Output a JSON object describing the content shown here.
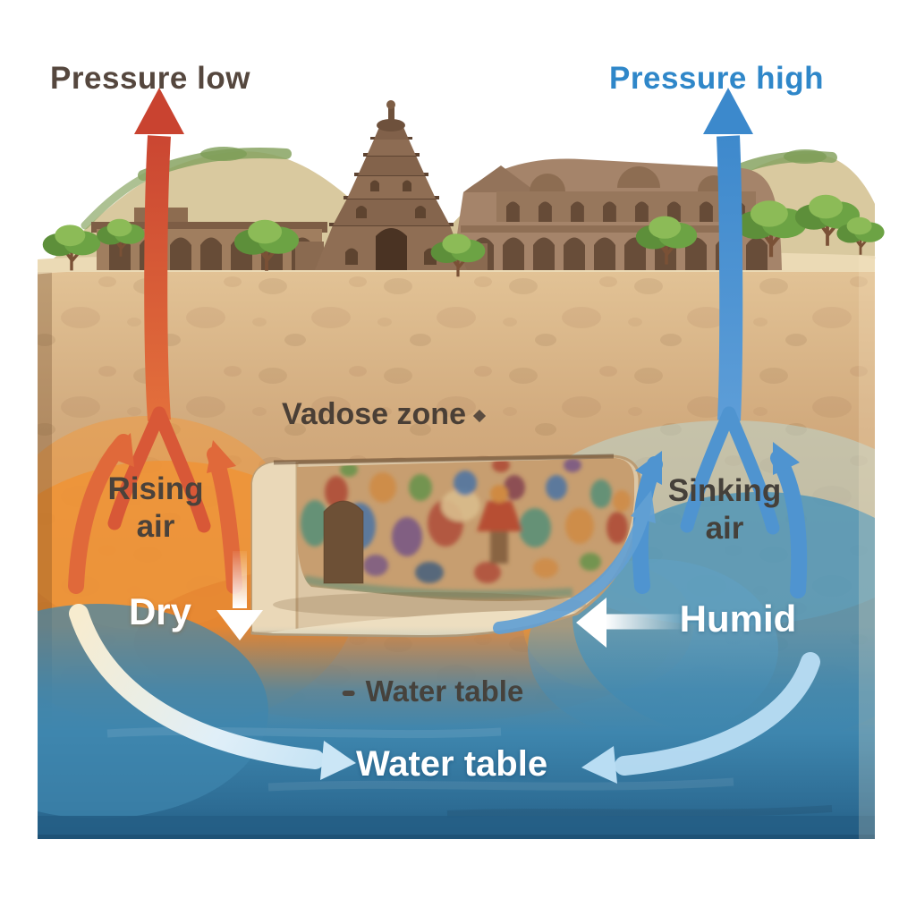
{
  "scene": {
    "type": "illustrated-cross-section-diagram",
    "surface_features": [
      "hills",
      "rock-cut temple tower",
      "cave temple facades",
      "trees",
      "sand"
    ],
    "underground_features": [
      "vadose zone soil",
      "painted cave chamber",
      "water table"
    ]
  },
  "labels": {
    "pressure_low": "Pressure low",
    "pressure_high": "Pressure high",
    "vadose_zone": "Vadose zone",
    "rising_air": {
      "line1": "Rising",
      "line2": "air"
    },
    "sinking_air": {
      "line1": "Sinking",
      "line2": "air"
    },
    "dry": "Dry",
    "humid": "Humid",
    "water_table_upper": "Water table",
    "water_table_lower": "Water table"
  },
  "colors": {
    "pressure_low_text": "#55473e",
    "pressure_high_text": "#2f87c9",
    "underground_label_text": "#4a423b",
    "white_label_text": "#ffffff",
    "hot_arrow_red": "#cc4431",
    "hot_arrow_orange": "#e0693a",
    "cold_arrow_blue": "#4a90d2",
    "water_arrow_light": "#cde7f5",
    "soil_tan": "#d0a97e",
    "warm_zone_orange": "#ee8a2c",
    "water_blue": "#3e86ae"
  },
  "arrows": [
    {
      "name": "pressure-low-arrow",
      "direction": "up",
      "color": "#cc4431"
    },
    {
      "name": "rising-air-arrow-left",
      "direction": "up",
      "color": "#e0693a"
    },
    {
      "name": "rising-air-arrow-right",
      "direction": "up",
      "color": "#e0693a"
    },
    {
      "name": "pressure-high-arrow",
      "direction": "up",
      "color": "#4a90d2"
    },
    {
      "name": "sinking-air-arrow-left",
      "direction": "up",
      "color": "#4a90d2"
    },
    {
      "name": "sinking-air-arrow-right",
      "direction": "up",
      "color": "#4a90d2"
    },
    {
      "name": "cave-circulation-arrow",
      "direction": "up-right",
      "color": "#5b9bd0"
    },
    {
      "name": "dry-arrow",
      "direction": "down",
      "color": "#ffffff"
    },
    {
      "name": "humid-arrow",
      "direction": "left",
      "color": "#ffffff"
    },
    {
      "name": "water-table-arrow-left",
      "direction": "right",
      "color": "#f3e9d2"
    },
    {
      "name": "water-table-arrow-right",
      "direction": "left",
      "color": "#b9ddf3"
    }
  ]
}
